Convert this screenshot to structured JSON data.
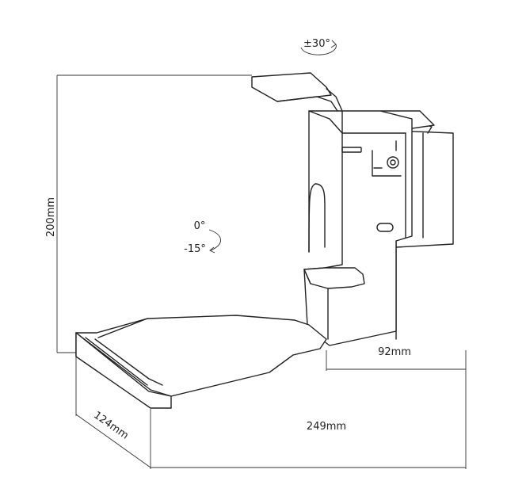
{
  "annotations": {
    "swivel": "±30°",
    "tilt_top": "0°",
    "tilt_bottom": "-15°"
  },
  "dimensions": {
    "height": "200mm",
    "offset": "92mm",
    "width": "249mm",
    "depth": "124mm"
  }
}
